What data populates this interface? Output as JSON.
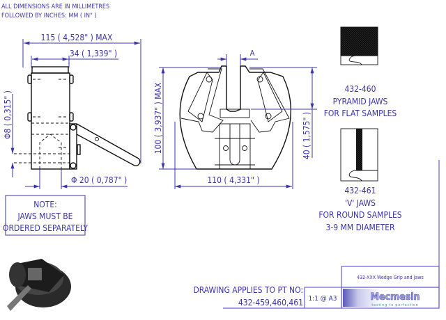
{
  "header": {
    "line1": "ALL DIMENSIONS ARE IN MILLIMETRES",
    "line2": "FOLLOWED BY INCHES:    MM ( IN\" )"
  },
  "side_view": {
    "dim_overall": "115 ( 4,528\" ) MAX",
    "dim_width": "34 ( 1,339\" )",
    "dim_pin": "Φ8 ( 0,315\" )",
    "dim_bore": "Φ 20 ( 0,787\" )"
  },
  "note": {
    "title": "NOTE:",
    "line1": "JAWS MUST BE",
    "line2": "ORDERED SEPARATELY"
  },
  "front_view": {
    "dim_height": "100 ( 3,937\" ) MAX",
    "dim_width": "110 ( 4,331\" )",
    "dim_jaw": "40 ( 1,575\" )",
    "label_a": "A"
  },
  "jaws": [
    {
      "part": "432-460",
      "name": "PYRAMID JAWS",
      "desc1": "FOR FLAT SAMPLES"
    },
    {
      "part": "432-461",
      "name": "'V' JAWS",
      "desc1": "FOR ROUND SAMPLES",
      "desc2": "3-9 MM DIAMETER"
    }
  ],
  "title_block": {
    "applies_label": "DRAWING APPLIES TO PT NO:",
    "part_numbers": "432-459,460,461",
    "scale": "1:1 @ A3",
    "title": "432-XXX Wedge Grip and Jaws",
    "logo": "Mecmesin",
    "tagline": "testing to perfection"
  },
  "colors": {
    "annotation": "#3b35a6",
    "frame": "#6b5fd6"
  }
}
